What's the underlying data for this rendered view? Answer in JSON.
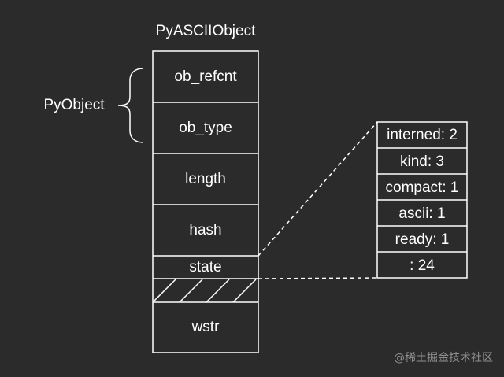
{
  "diagram": {
    "title": "PyASCIIObject",
    "group_label": "PyObject",
    "main_fields": [
      "ob_refcnt",
      "ob_type",
      "length",
      "hash",
      "state",
      "",
      "wstr"
    ],
    "state_fields": [
      "interned: 2",
      "kind: 3",
      "compact: 1",
      "ascii: 1",
      "ready: 1",
      ": 24"
    ],
    "watermark": "@稀土掘金技术社区"
  },
  "colors": {
    "background": "#2b2b2b",
    "foreground": "#ffffff",
    "watermark": "#8f8f8f"
  }
}
